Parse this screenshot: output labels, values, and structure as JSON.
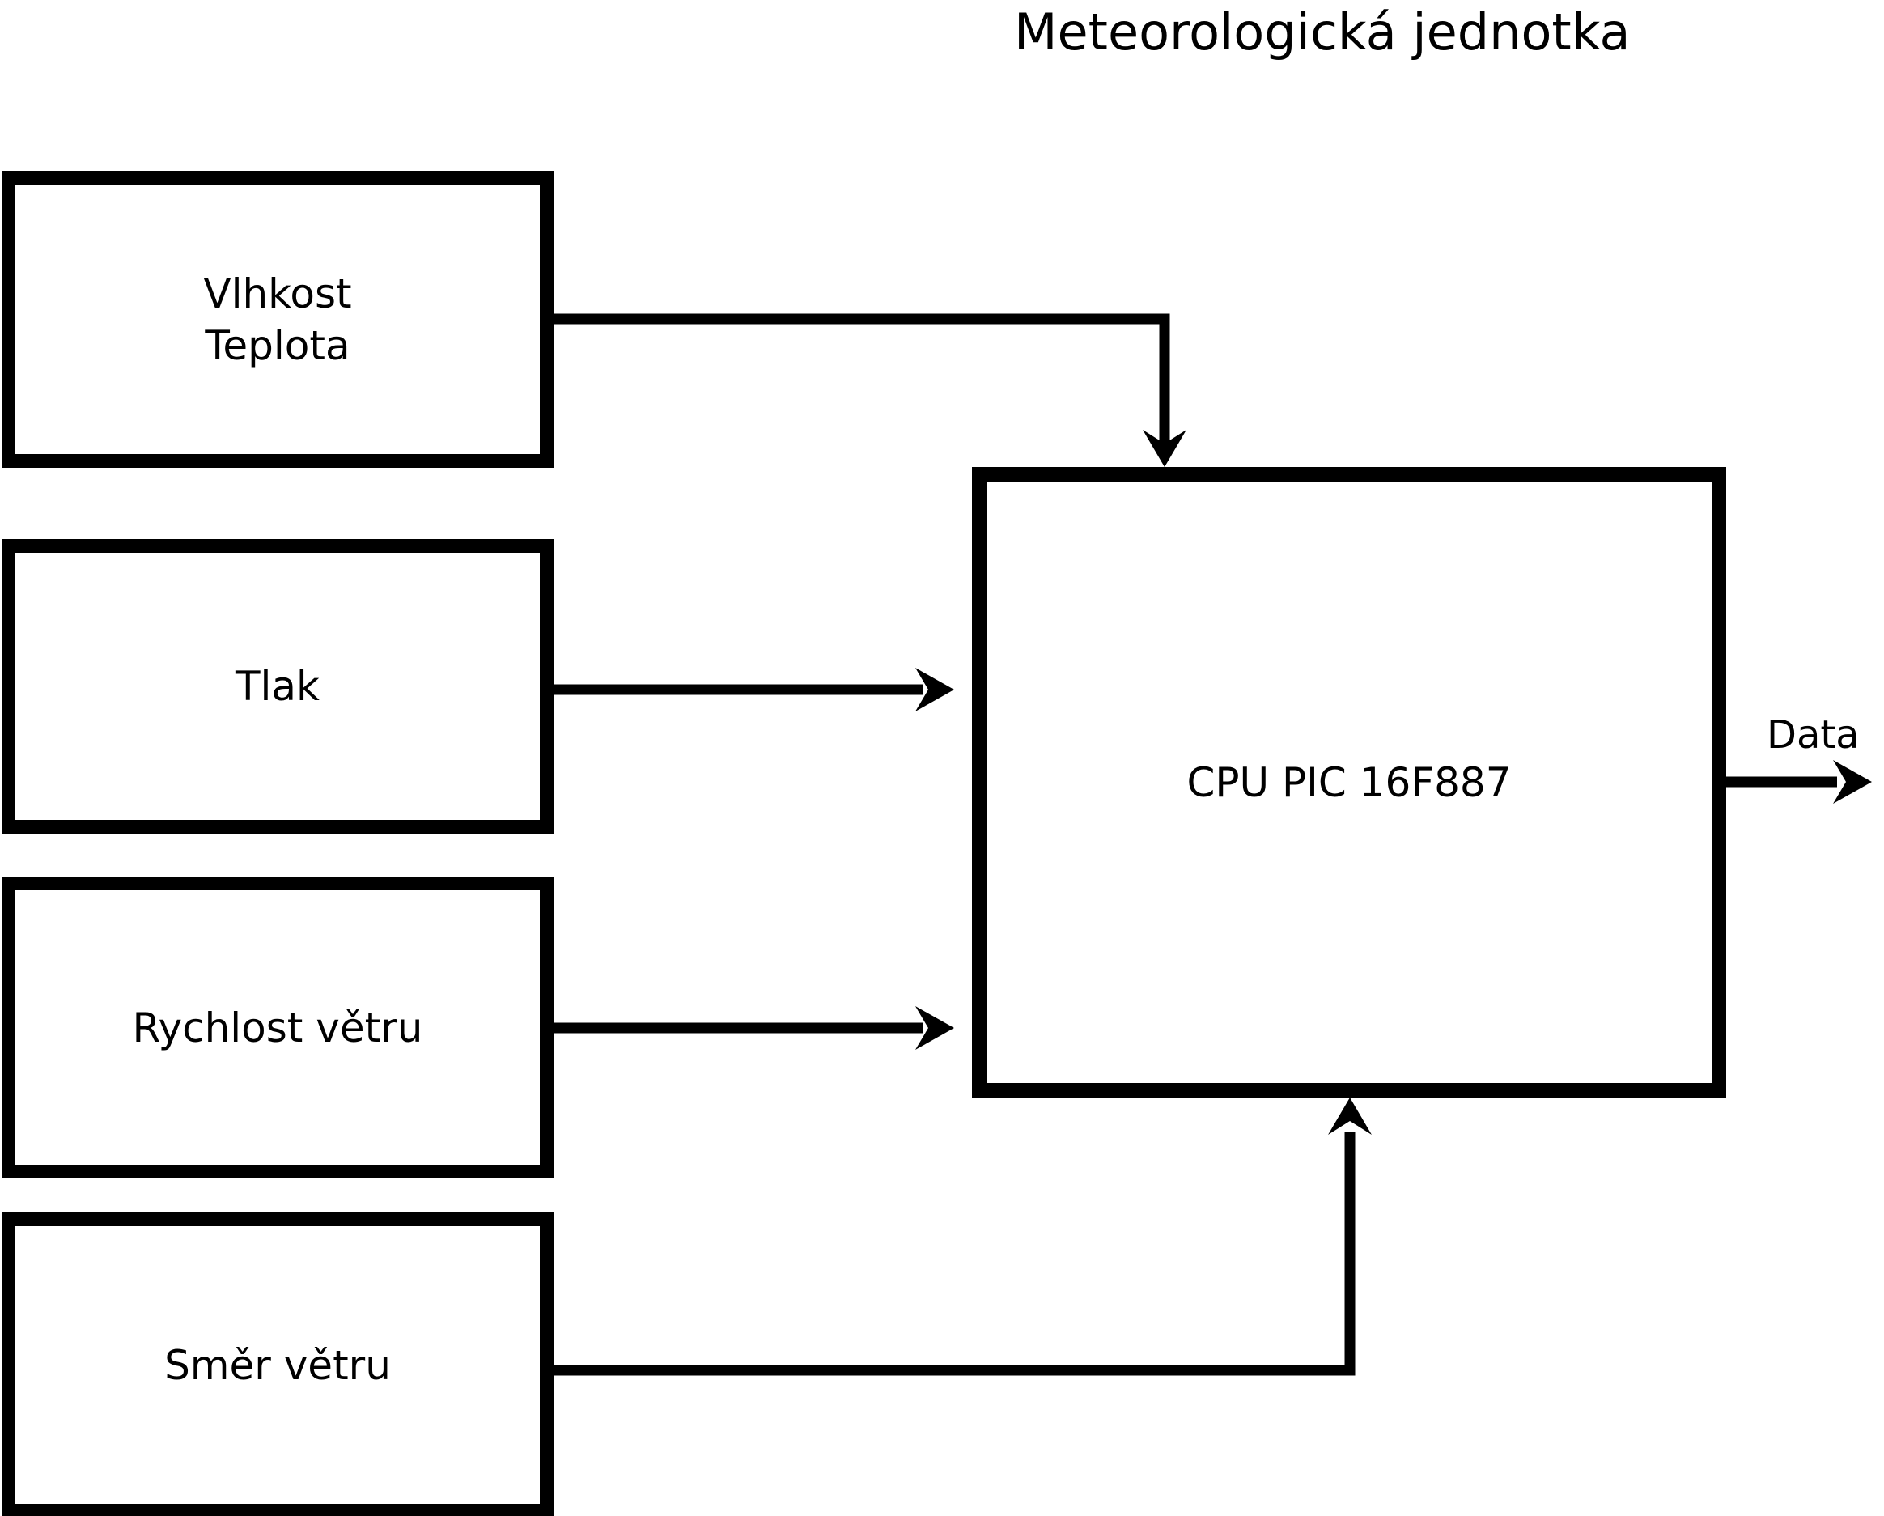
{
  "title": "Meteorologická jednotka",
  "colors": {
    "ink": "#000000",
    "paper": "#ffffff"
  },
  "sensors": [
    {
      "id": "humidity-temperature",
      "lines": [
        "Vlhkost",
        "Teplota"
      ]
    },
    {
      "id": "pressure",
      "lines": [
        "Tlak"
      ]
    },
    {
      "id": "wind-speed",
      "lines": [
        "Rychlost větru"
      ]
    },
    {
      "id": "wind-direction",
      "lines": [
        "Směr větru"
      ]
    }
  ],
  "cpu": {
    "label": "CPU PIC 16F887"
  },
  "output": {
    "label": "Data"
  }
}
